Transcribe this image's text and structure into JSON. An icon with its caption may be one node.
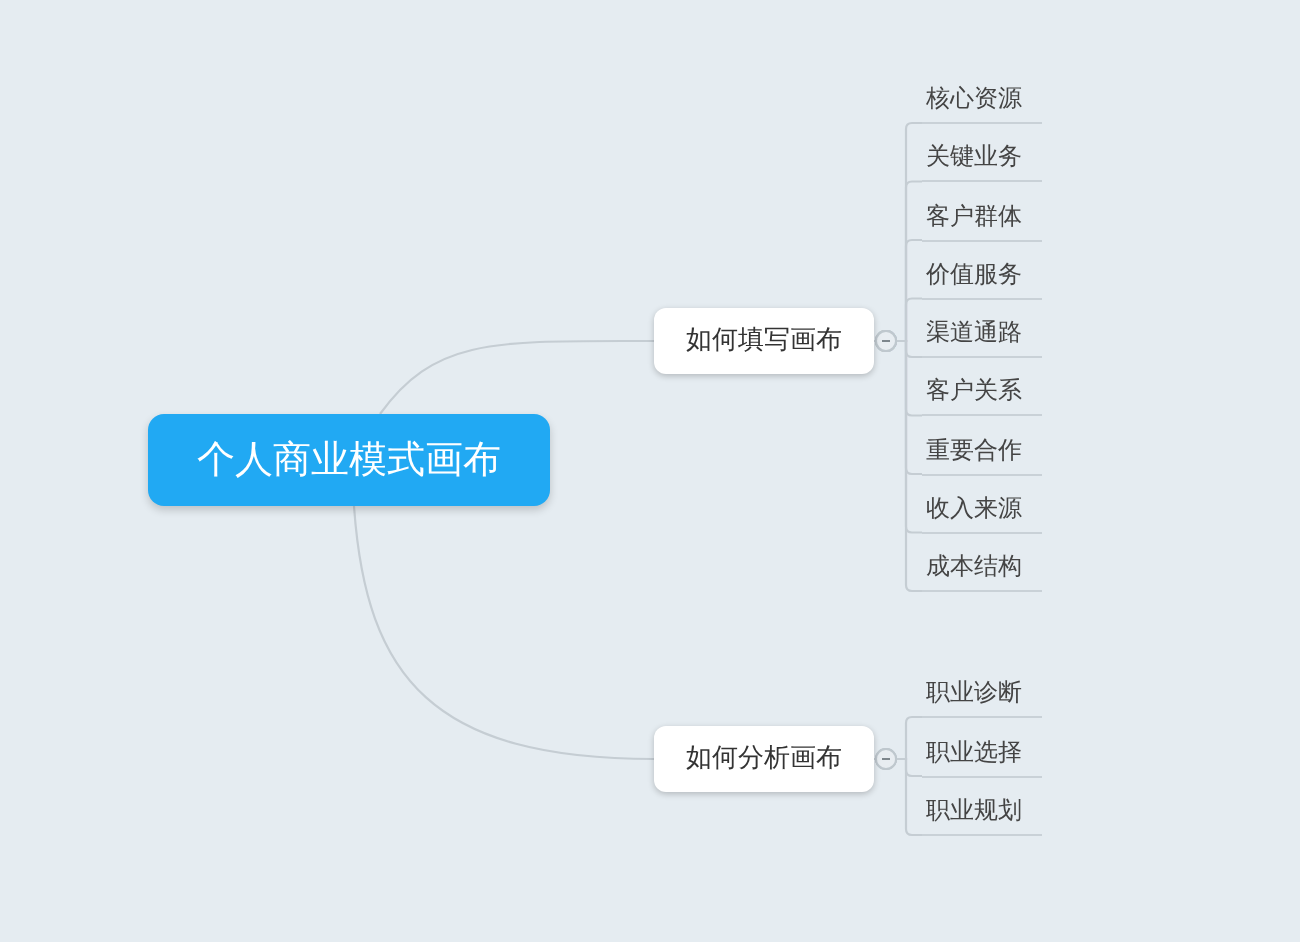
{
  "diagram": {
    "nodes": [
      {
        "text": [
          "个人商业模式画布"
        ]
      },
      {
        "text": [
          "如何填写画布"
        ]
      },
      {
        "text": [
          "核心资源"
        ]
      },
      {
        "text": [
          "关键业务"
        ]
      },
      {
        "text": [
          "客户群体"
        ]
      },
      {
        "text": [
          "价值服务"
        ]
      },
      {
        "text": [
          "渠道通路"
        ]
      },
      {
        "text": [
          "客户关系"
        ]
      },
      {
        "text": [
          "重要合作"
        ]
      },
      {
        "text": [
          "收入来源"
        ]
      },
      {
        "text": [
          "成本结构"
        ]
      },
      {
        "text": [
          "如何分析画布"
        ]
      },
      {
        "text": [
          "职业诊断"
        ]
      },
      {
        "text": [
          "职业选择"
        ]
      },
      {
        "text": [
          "职业规划"
        ]
      }
    ],
    "edges": [
      {
        "from": 0,
        "to": 1,
        "arrow": "none"
      },
      {
        "from": 0,
        "to": 11,
        "arrow": "none"
      },
      {
        "from": 1,
        "to": 2,
        "arrow": "other"
      },
      {
        "from": 1,
        "to": 3,
        "arrow": "other"
      },
      {
        "from": 1,
        "to": 4,
        "arrow": "other"
      },
      {
        "from": 1,
        "to": 5,
        "arrow": "other"
      },
      {
        "from": 1,
        "to": 6,
        "arrow": "other"
      },
      {
        "from": 1,
        "to": 7,
        "arrow": "other"
      },
      {
        "from": 1,
        "to": 8,
        "arrow": "other"
      },
      {
        "from": 1,
        "to": 9,
        "arrow": "other"
      },
      {
        "from": 1,
        "to": 10,
        "arrow": "other"
      },
      {
        "from": 11,
        "to": 12,
        "arrow": "other"
      },
      {
        "from": 11,
        "to": 13,
        "arrow": "other"
      },
      {
        "from": 11,
        "to": 14,
        "arrow": "other"
      }
    ]
  }
}
